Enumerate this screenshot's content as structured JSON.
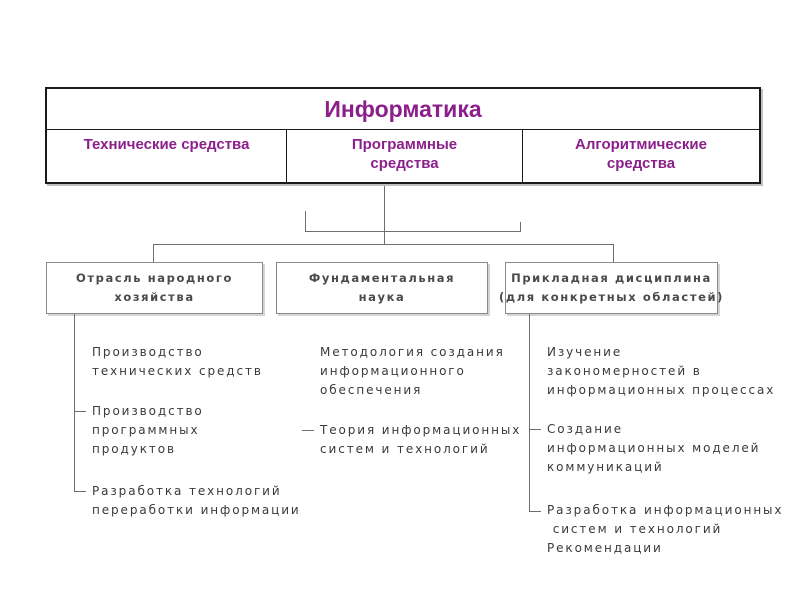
{
  "title": "Информатика",
  "top_columns": [
    "Технические средства",
    "Программные\nсредства",
    "Алгоритмические\nсредства"
  ],
  "categories": [
    {
      "label": "Отрасль народного\nхозяйства"
    },
    {
      "label": "Фундаментальная\nнаука"
    },
    {
      "label": "Прикладная дисциплина\n(для конкретных областей)"
    }
  ],
  "column1_items": [
    "Производство\nтехнических средств",
    "Производство\nпрограммных\nпродуктов",
    "Разработка технологий\nпереработки информации"
  ],
  "column2_items": [
    "Методология создания\nинформационного\nобеспечения",
    "Теория информационных\nсистем и технологий"
  ],
  "column3_items": [
    "Изучение\nзакономерностей в\nинформационных процессах",
    "Создание\nинформационных моделей\nкоммуникаций",
    "Разработка информационных\n систем и технологий\nРекомендации"
  ],
  "colors": {
    "title": "#8b1f8b",
    "lines": "#6e6e6e",
    "text": "#3a3a3a"
  }
}
